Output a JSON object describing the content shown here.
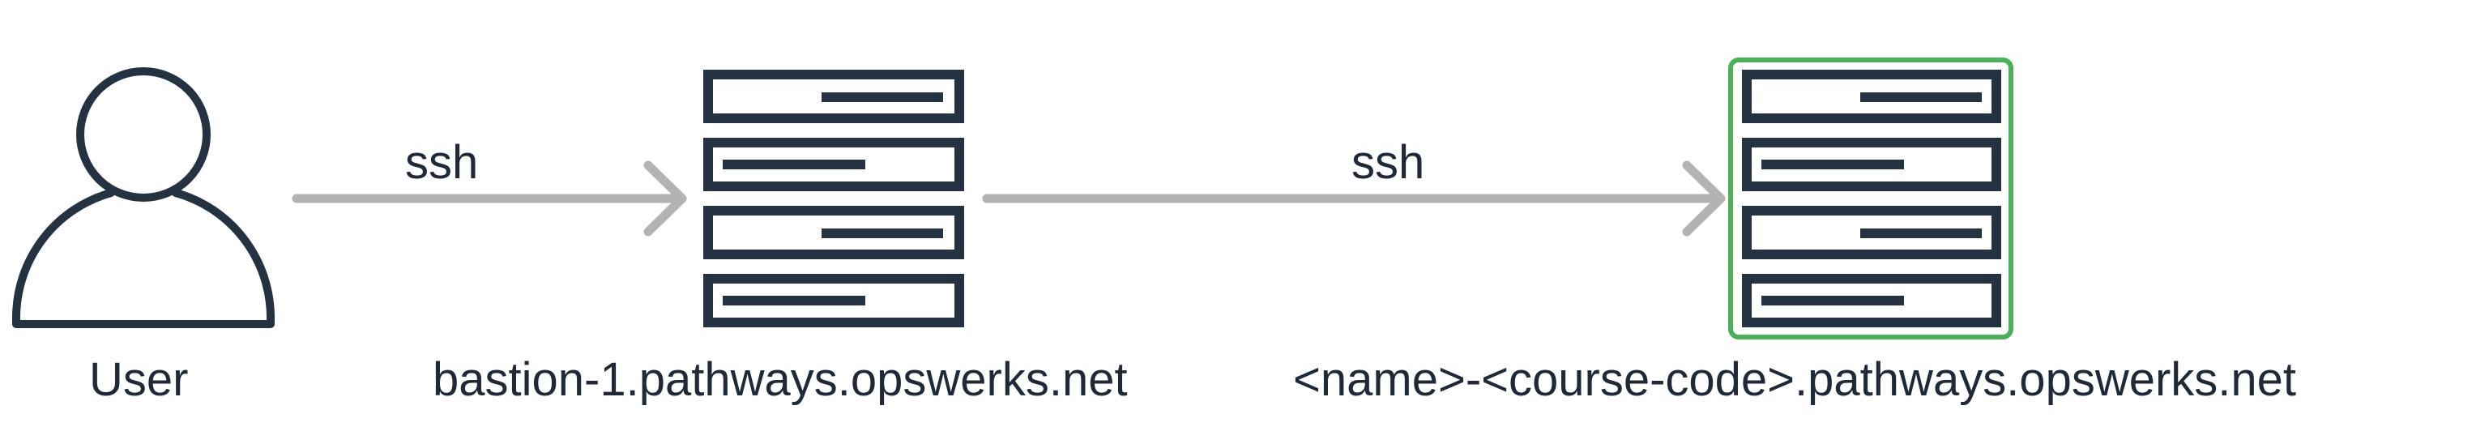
{
  "diagram": {
    "nodes": {
      "user": {
        "label": "User",
        "icon": "user-icon"
      },
      "bastion": {
        "label": "bastion-1.pathways.opswerks.net",
        "icon": "server-rack-icon"
      },
      "target": {
        "label": "<name>-<course-code>.pathways.opswerks.net",
        "icon": "server-rack-icon",
        "highlighted": true
      }
    },
    "edges": [
      {
        "from": "user",
        "to": "bastion",
        "label": "ssh"
      },
      {
        "from": "bastion",
        "to": "target",
        "label": "ssh"
      }
    ],
    "colors": {
      "stroke": "#253241",
      "arrow": "#b3b3b3",
      "highlight": "#4caf5a",
      "text": "#1f2937"
    }
  }
}
